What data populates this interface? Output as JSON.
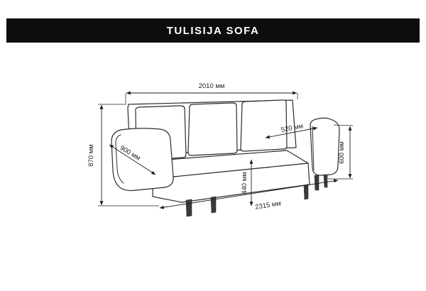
{
  "header": {
    "title": "TULISIJA SOFA"
  },
  "dimensions": {
    "top_width": "2010 мм",
    "overall_height": "870 мм",
    "depth": "900 мм",
    "seat_depth": "520 мм",
    "seat_height": "440 мм",
    "arm_height": "600 мм",
    "overall_width": "2315 мм"
  },
  "colors": {
    "header_bg": "#0d0d10",
    "header_text": "#ffffff",
    "outline": "#2b2b2b",
    "dimension_line": "#1f1f1f",
    "leg_fill": "#3a3a3a",
    "background": "#ffffff"
  }
}
